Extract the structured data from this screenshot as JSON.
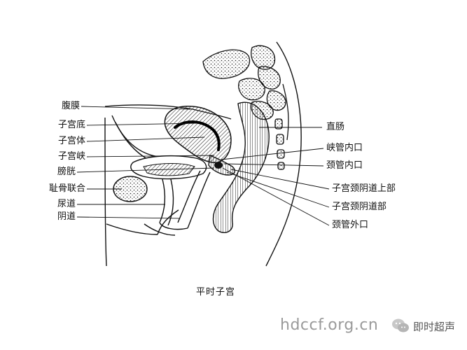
{
  "figure": {
    "caption": "平时子宫",
    "left_labels": [
      "腹膜",
      "子宫底",
      "子宫体",
      "子宫峡",
      "膀胱",
      "耻骨联合",
      "尿道",
      "阴道"
    ],
    "right_labels": [
      "直肠",
      "峡管内口",
      "颈管内口",
      "子宫颈阴道上部",
      "子宫颈阴道部",
      "颈管外口"
    ]
  },
  "watermark": {
    "site": "hdccf.org.cn",
    "account": "即时超声"
  }
}
